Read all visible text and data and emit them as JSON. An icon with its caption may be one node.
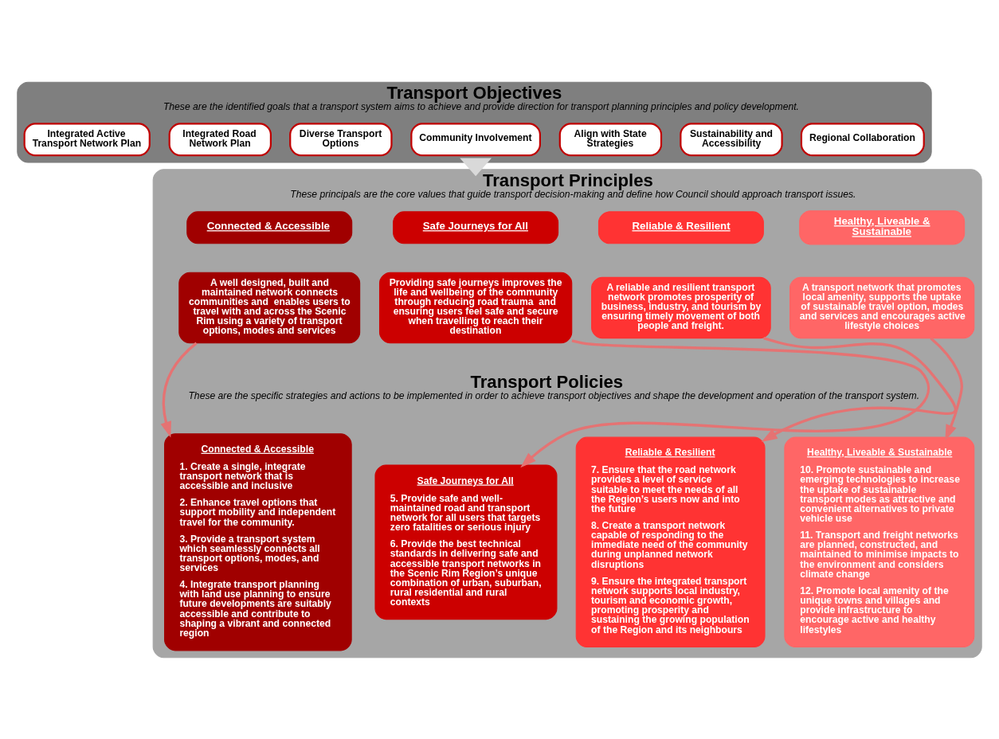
{
  "diagram": {
    "nodes": [
      {
        "text": [
          "Transport Objectives",
          "These are the identified goals that a transport system aims to achieve and provide direction for transport planning principles and policy development."
        ]
      },
      {
        "text": [
          "Integrated Active Transport Network Plan"
        ],
        "in": 0
      },
      {
        "text": [
          "Integrated Road Network Plan"
        ],
        "in": 0
      },
      {
        "text": [
          "Diverse Transport Options"
        ],
        "in": 0
      },
      {
        "text": [
          "Community Involvement"
        ],
        "in": 0
      },
      {
        "text": [
          "Align with State Strategies"
        ],
        "in": 0
      },
      {
        "text": [
          "Sustainability and Accessibility"
        ],
        "in": 0
      },
      {
        "text": [
          "Regional Collaboration"
        ],
        "in": 0
      },
      {
        "text": [
          "Transport Principles",
          "These principals are the core values that guide transport decision-making and define how Council should approach transport issues."
        ]
      },
      {
        "text": [
          "Connected & Accessible"
        ],
        "in": 8
      },
      {
        "text": [
          "A well designed, built and maintained network connects communities and  enables users to travel with and across the Scenic Rim using a variety of transport options, modes and services"
        ],
        "in": 8
      },
      {
        "text": [
          "Safe Journeys for All"
        ],
        "in": 8
      },
      {
        "text": [
          "Providing safe journeys improves the life and wellbeing of the community through reducing road trauma  and  ensuring users feel safe and secure when travelling to reach their destination"
        ],
        "in": 8
      },
      {
        "text": [
          "Reliable & Resilient"
        ],
        "in": 8
      },
      {
        "text": [
          "A reliable and resilient transport network promotes prosperity of business, industry, and tourism by ensuring timely movement of both people and freight."
        ],
        "in": 8
      },
      {
        "text": [
          "Healthy, Liveable & Sustainable"
        ],
        "in": 8
      },
      {
        "text": [
          "A transport network that promotes local amenity, supports the uptake of sustainable travel option, modes and services and encourages active lifestyle choices"
        ],
        "in": 8
      },
      {
        "text": [
          "Connected & Accessible",
          "1. Create a single, integrate transport network that is accessible and inclusive",
          "2. Enhance travel options that support mobility and independent travel for the community.",
          "3. Provide a transport system which seamlessly connects all transport options, modes, and services",
          "4. Integrate transport planning with land use planning to ensure future developments are suitably accessible and contribute to shaping a vibrant and connected region"
        ],
        "in": 8
      },
      {
        "text": [
          "Safe Journeys for All",
          "5. Provide safe and well-maintained road and transport network for all users that targets zero fatalities or serious injury",
          "6. Provide the best technical standards in delivering safe and accessible transport networks in the Scenic Rim Region’s unique combination of urban, suburban, rural residential and rural contexts"
        ],
        "in": 8
      },
      {
        "text": [
          "Reliable & Resilient",
          "7. Ensure that the road network provides a level of service suitable to meet the needs of all the Region’s users now and into the future",
          "8. Create a transport network capable of responding to the immediate need of the community during unplanned network disruptions",
          "9. Ensure the integrated transport network supports local industry, tourism and economic growth, promoting prosperity and sustaining the growing population of the Region and its neighbours"
        ],
        "in": 8
      },
      {
        "text": [
          "Healthy, Liveable & Sustainable",
          "10. Promote sustainable and emerging technologies to increase the uptake of sustainable transport modes as attractive and convenient alternatives to private vehicle use",
          "11. Transport and freight networks are planned, constructed, and maintained to minimise impacts to the environment and considers climate change",
          "12. Promote local amenity of the unique towns and villages and provide infrastructure to encourage active and healthy lifestyles"
        ],
        "in": 8
      }
    ],
    "edges": [
      {
        "from": 0,
        "to": 8,
        "arrow": "to",
        "style": "thick",
        "color": "#d9d9d9"
      },
      {
        "from": 10,
        "to": 17,
        "arrow": "to"
      },
      {
        "from": 12,
        "to": 18,
        "arrow": "to"
      },
      {
        "from": 14,
        "to": 19,
        "arrow": "to"
      },
      {
        "from": 16,
        "to": 20,
        "arrow": "to"
      }
    ],
    "labels": [
      "Transport Policies",
      "These are the specific strategies and actions to be implemented in order to achieve transport objectives and shape the development and operation of the transport system."
    ]
  }
}
